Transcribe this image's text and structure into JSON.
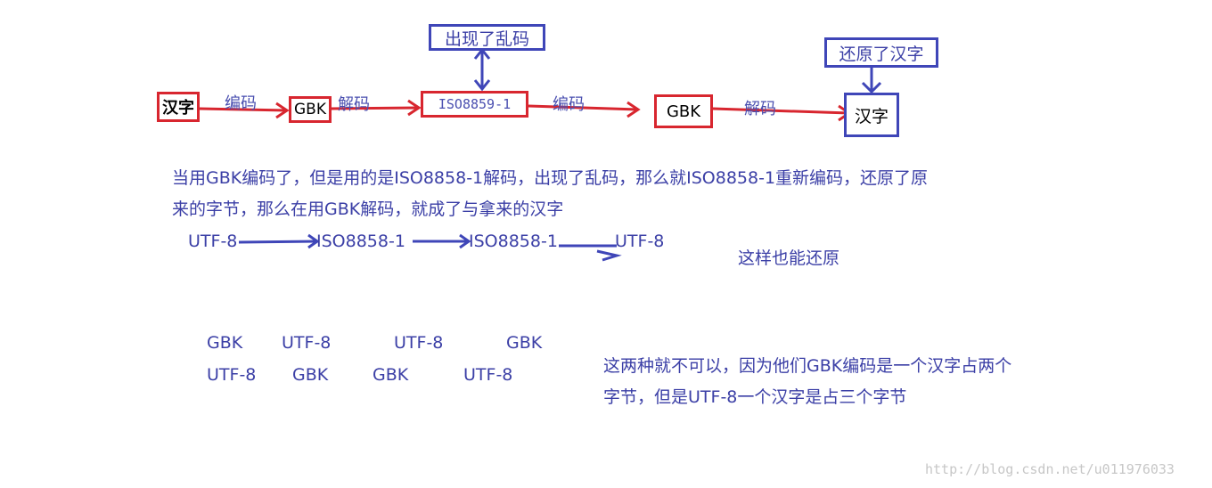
{
  "top_row": {
    "hanzi_box": "汉字",
    "gbk_box_1": "GBK",
    "iso_box": "ISO8859-1",
    "gbk_box_2": "GBK",
    "hanzi_box_2": "汉字",
    "arrow_label_1": "编码",
    "arrow_label_2": "解码",
    "arrow_label_3": "编码",
    "arrow_label_4": "解码",
    "garbled_box": "出现了乱码",
    "restored_box": "还原了汉字"
  },
  "explanation": {
    "line1": "当用GBK编码了，但是用的是ISO8858-1解码，出现了乱码，那么就ISO8858-1重新编码，还原了原",
    "line2": "来的字节，那么在用GBK解码，就成了与拿来的汉字"
  },
  "utf_chain": {
    "items": [
      "UTF-8",
      "ISO8858-1",
      "ISO8858-1",
      "UTF-8"
    ],
    "note": "这样也能还原"
  },
  "grid": {
    "row1": [
      "GBK",
      "UTF-8",
      "UTF-8",
      "GBK"
    ],
    "row2": [
      "UTF-8",
      "GBK",
      "GBK",
      "UTF-8"
    ]
  },
  "conclusion": {
    "line1": "这两种就不可以，因为他们GBK编码是一个汉字占两个",
    "line2": "字节，但是UTF-8一个汉字是占三个字节"
  },
  "watermark": "http://blog.csdn.net/u011976033",
  "colors": {
    "red": "#d8262f",
    "blue": "#3f46b8",
    "text": "#3b3fa6"
  }
}
